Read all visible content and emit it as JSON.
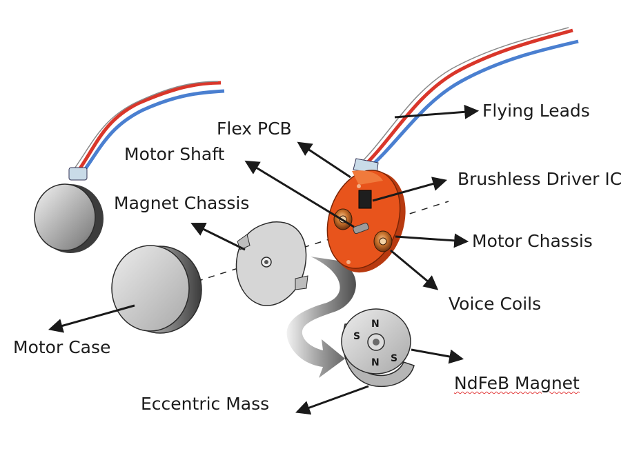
{
  "labels": {
    "flying_leads": "Flying Leads",
    "flex_pcb": "Flex PCB",
    "motor_shaft": "Motor Shaft",
    "brushless_driver_ic": "Brushless Driver IC",
    "magnet_chassis": "Magnet Chassis",
    "motor_chassis": "Motor Chassis",
    "voice_coils": "Voice Coils",
    "motor_case": "Motor Case",
    "ndfeb_magnet": "NdFeB Magnet",
    "eccentric_mass": "Eccentric Mass"
  },
  "magnet_poles": {
    "top": "N",
    "left": "S",
    "right": "S",
    "bottom": "N"
  },
  "colors": {
    "pcb": "#e8541c",
    "lead_red": "#d9362a",
    "lead_blue": "#4a7fd0",
    "metal": "#bfbfbf",
    "arrow": "#1a1a1a",
    "spellcheck": "#e23b3b"
  }
}
